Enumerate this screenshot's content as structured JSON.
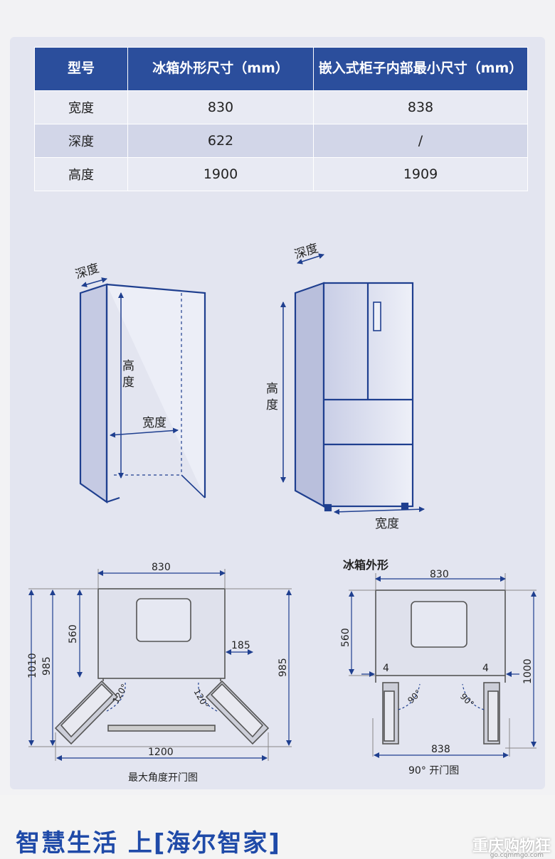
{
  "table": {
    "headers": [
      "型号",
      "冰箱外形尺寸（mm）",
      "嵌入式柜子内部最小尺寸（mm）"
    ],
    "rows": [
      {
        "label": "宽度",
        "outer": "830",
        "inner": "838"
      },
      {
        "label": "深度",
        "outer": "622",
        "inner": "/"
      },
      {
        "label": "高度",
        "outer": "1900",
        "inner": "1909"
      }
    ]
  },
  "cabinet_labels": {
    "depth": "深度",
    "height_1": "高",
    "height_2": "度",
    "width": "宽度"
  },
  "fridge_labels": {
    "depth": "深度",
    "height_1": "高",
    "height_2": "度",
    "width": "宽度"
  },
  "plan_left": {
    "width": "830",
    "h1": "1010",
    "h2": "985",
    "h3": "560",
    "side": "185",
    "h4": "985",
    "bottom": "1200",
    "angle_1": "120°",
    "angle_2": "120°",
    "caption": "最大角度开门图"
  },
  "plan_right": {
    "title": "冰箱外形",
    "width": "830",
    "h1": "560",
    "gap_left": "4",
    "gap_right": "4",
    "h2": "1000",
    "bottom": "838",
    "angle_1": "90°",
    "angle_2": "90°",
    "caption": "90°  开门图"
  },
  "footer": {
    "slogan": "智慧生活  上[海尔智家]",
    "watermark": "重庆购物狂",
    "watermark_sub": "go.cqmmgo.com"
  },
  "colors": {
    "header": "#2b4e9c",
    "line": "#1f3f8f",
    "slogan": "#1f4aa8"
  }
}
